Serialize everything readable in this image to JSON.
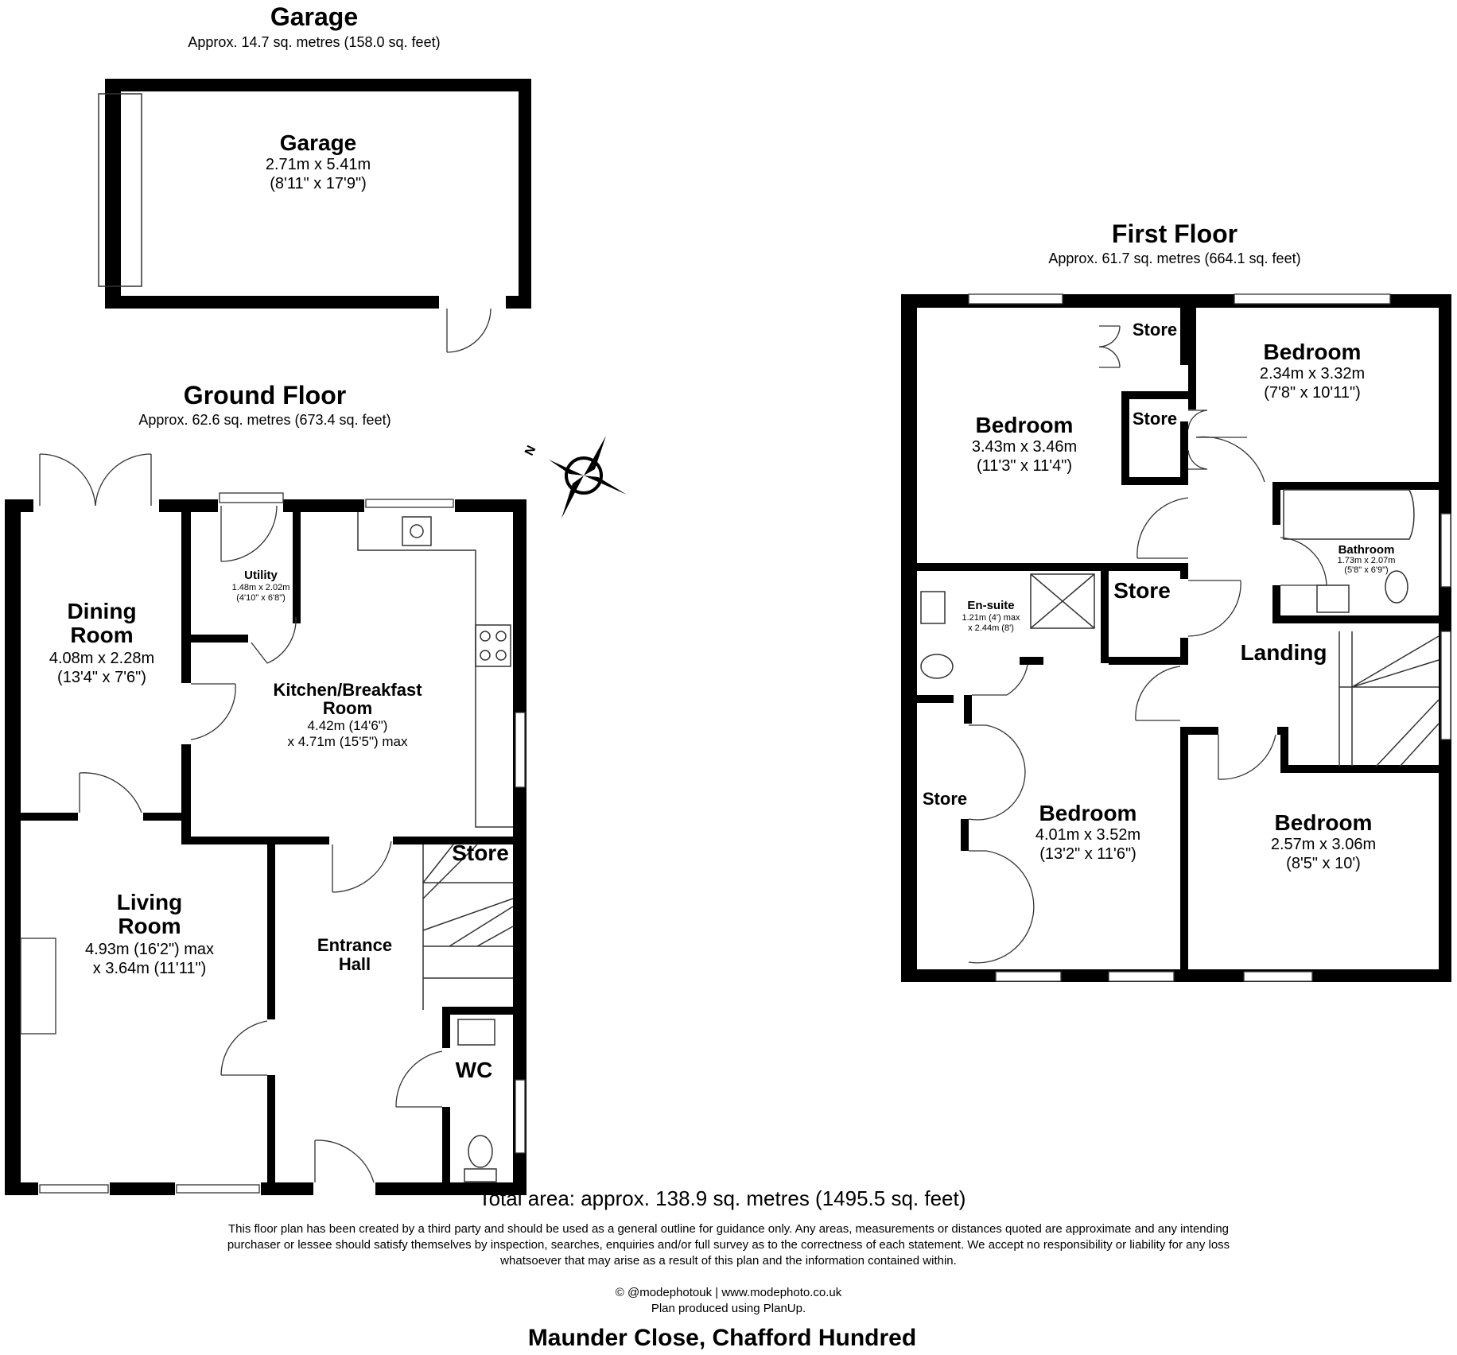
{
  "garage": {
    "title": "Garage",
    "area": "Approx. 14.7 sq. metres (158.0 sq. feet)",
    "room": {
      "name": "Garage",
      "dim1": "2.71m x 5.41m",
      "dim2": "(8'11\" x 17'9\")"
    }
  },
  "ground_floor": {
    "title": "Ground Floor",
    "area": "Approx. 62.6 sq. metres (673.4 sq. feet)",
    "dining": {
      "name1": "Dining",
      "name2": "Room",
      "dim1": "4.08m x 2.28m",
      "dim2": "(13'4\" x 7'6\")"
    },
    "utility": {
      "name": "Utility",
      "dim1": "1.48m x 2.02m",
      "dim2": "(4'10\" x 6'8\")"
    },
    "kitchen": {
      "name1": "Kitchen/Breakfast",
      "name2": "Room",
      "dim1": "4.42m (14'6\")",
      "dim2": "x 4.71m (15'5\") max"
    },
    "living": {
      "name1": "Living",
      "name2": "Room",
      "dim1": "4.93m (16'2\") max",
      "dim2": "x 3.64m (11'11\")"
    },
    "hall": {
      "name1": "Entrance",
      "name2": "Hall"
    },
    "store": {
      "name": "Store"
    },
    "wc": {
      "name": "WC"
    }
  },
  "first_floor": {
    "title": "First Floor",
    "area": "Approx. 61.7 sq. metres (664.1 sq. feet)",
    "store_top": {
      "name": "Store"
    },
    "store_mid": {
      "name": "Store"
    },
    "bedroom_tr": {
      "name": "Bedroom",
      "dim1": "2.34m x 3.32m",
      "dim2": "(7'8\" x 10'11\")"
    },
    "bedroom_tl": {
      "name": "Bedroom",
      "dim1": "3.43m x 3.46m",
      "dim2": "(11'3\" x 11'4\")"
    },
    "bathroom": {
      "name": "Bathroom",
      "dim1": "1.73m x 2.07m",
      "dim2": "(5'8\" x 6'9\")"
    },
    "ensuite": {
      "name": "En-suite",
      "dim1": "1.21m (4') max",
      "dim2": "x 2.44m (8')"
    },
    "store_center": {
      "name": "Store"
    },
    "landing": {
      "name": "Landing"
    },
    "store_left": {
      "name": "Store"
    },
    "bedroom_bl": {
      "name": "Bedroom",
      "dim1": "4.01m x 3.52m",
      "dim2": "(13'2\" x 11'6\")"
    },
    "bedroom_br": {
      "name": "Bedroom",
      "dim1": "2.57m x 3.06m",
      "dim2": "(8'5\" x 10')"
    }
  },
  "compass": {
    "label": "N"
  },
  "footer": {
    "total": "Total area: approx. 138.9 sq. metres (1495.5 sq. feet)",
    "disclaimer1": "This floor plan has been created by a third party and should be used as a general outline for guidance only. Any areas, measurements or distances quoted are approximate and any intending",
    "disclaimer2": "purchaser or lessee should satisfy themselves by inspection, searches, enquiries and/or full survey as to the correctness of each statement. We accept no responsibility or liability for any loss",
    "disclaimer3": "whatsoever that may arise as a result of this plan and the information contained within.",
    "credit1": "© @modephotouk | www.modephoto.co.uk",
    "credit2": "Plan produced using PlanUp.",
    "address": "Maunder Close, Chafford Hundred"
  }
}
